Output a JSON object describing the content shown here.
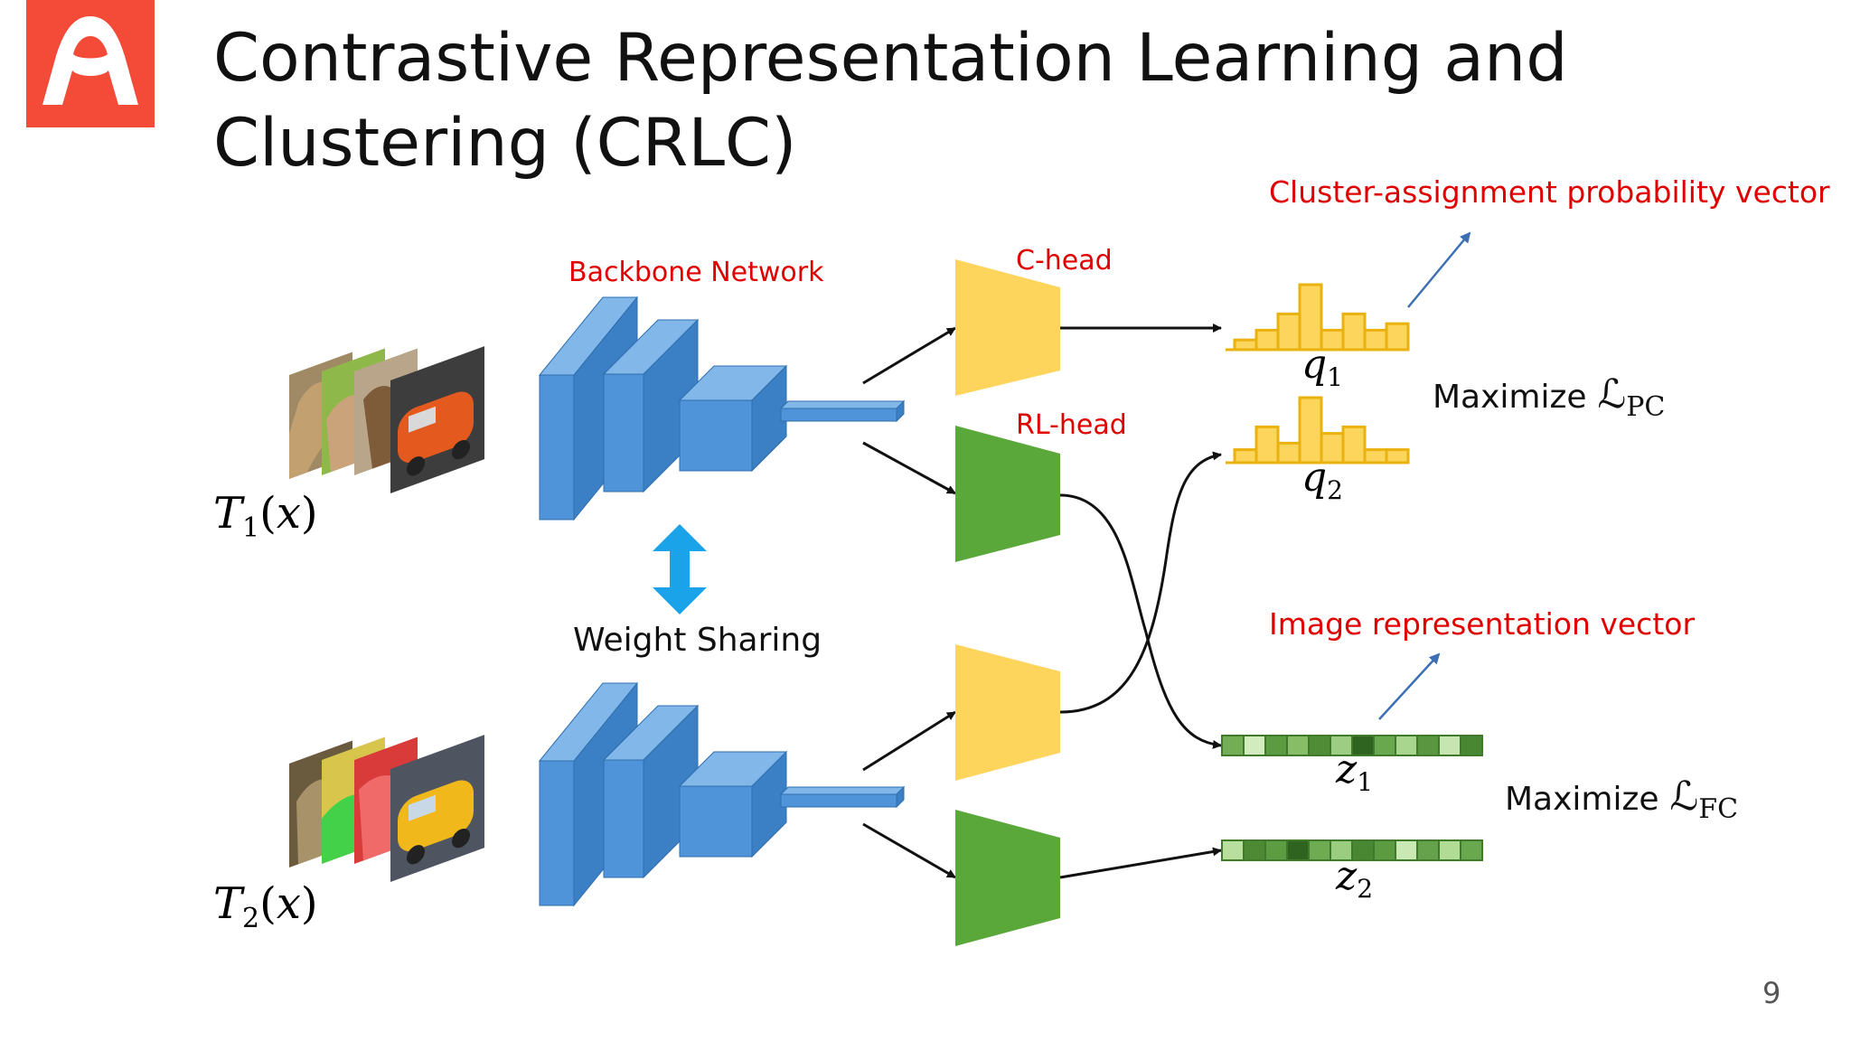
{
  "title_line1": "Contrastive Representation Learning and",
  "title_line2": "Clustering (CRLC)",
  "page_number": "9",
  "labels": {
    "backbone": "Backbone Network",
    "c_head": "C-head",
    "rl_head": "RL-head",
    "weight_sharing": "Weight Sharing",
    "cluster_vector": "Cluster-assignment probability vector",
    "image_vector": "Image representation vector",
    "maximize": "Maximize"
  },
  "math": {
    "t1": {
      "base": "T",
      "sub": "1",
      "arg": "(x)"
    },
    "t2": {
      "base": "T",
      "sub": "2",
      "arg": "(x)"
    },
    "q1": {
      "base": "q",
      "sub": "1"
    },
    "q2": {
      "base": "q",
      "sub": "2"
    },
    "z1": {
      "base": "z",
      "sub": "1"
    },
    "z2": {
      "base": "z",
      "sub": "2"
    },
    "loss_pc": {
      "base": "ℒ",
      "sub": "PC"
    },
    "loss_fc": {
      "base": "ℒ",
      "sub": "FC"
    }
  },
  "colors": {
    "logo": "#f44a38",
    "label_red": "#e00000",
    "backbone_blue": "#4f93d8",
    "c_head_yellow": "#fdd45c",
    "rl_head_green": "#5aa73a",
    "arrow_blue": "#3d6fb4",
    "weight_sharing_arrow": "#1aa3e8"
  },
  "histograms": {
    "q1": [
      0.15,
      0.3,
      0.55,
      1.0,
      0.3,
      0.55,
      0.3,
      0.4
    ],
    "q2": [
      0.2,
      0.55,
      0.3,
      1.0,
      0.45,
      0.55,
      0.2,
      0.2
    ]
  },
  "vectors": {
    "z1": [
      "#73ad55",
      "#d2ecc0",
      "#5d9b42",
      "#86bd66",
      "#4f8c35",
      "#9ccd82",
      "#2f6420",
      "#6aa84f",
      "#a8d68e",
      "#5a963f",
      "#c6e5b0",
      "#4a8733"
    ],
    "z2": [
      "#b8df9e",
      "#4d8a33",
      "#5e9c43",
      "#2f6420",
      "#6fab53",
      "#9bcd80",
      "#4a8733",
      "#5d9b42",
      "#c9e8b3",
      "#66a24b",
      "#b0dc96",
      "#6aa84f"
    ]
  }
}
